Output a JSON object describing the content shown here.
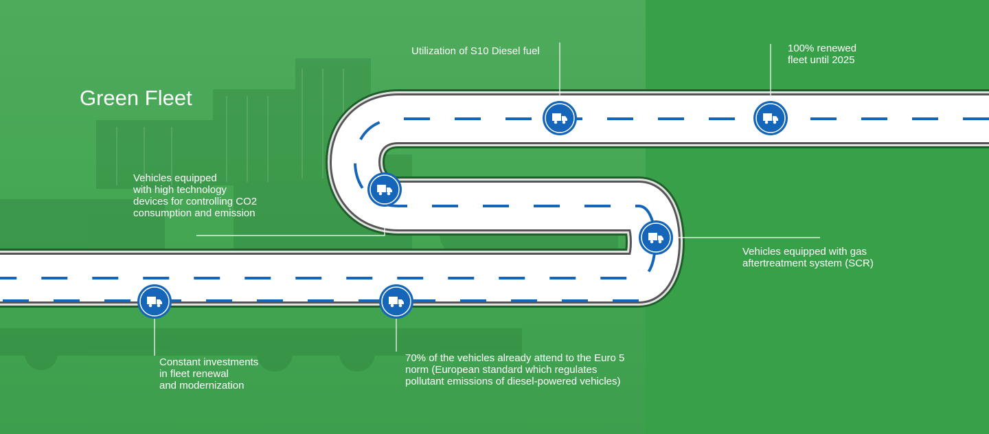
{
  "title": "Green Fleet",
  "colors": {
    "background": "#37a049",
    "road": "#ffffff",
    "road_border": "#555555",
    "dash": "#1565b8",
    "marker": "#1565b8",
    "text": "#ffffff"
  },
  "milestones": [
    {
      "id": "s10",
      "text": "Utilization of S10 Diesel fuel",
      "icon": "truck-icon"
    },
    {
      "id": "renewed",
      "text": "100% renewed\nfleet until 2025",
      "icon": "truck-icon"
    },
    {
      "id": "co2",
      "text": "Vehicles equipped\nwith high technology\ndevices for controlling CO2\nconsumption and emission",
      "icon": "truck-icon"
    },
    {
      "id": "scr",
      "text": "Vehicles equipped with gas\naftertreatment system (SCR)",
      "icon": "truck-icon"
    },
    {
      "id": "invest",
      "text": "Constant investments\nin fleet renewal\nand modernization",
      "icon": "truck-icon"
    },
    {
      "id": "euro5",
      "text": "70% of the vehicles already attend to the Euro 5\nnorm (European standard which regulates\npollutant emissions of diesel-powered vehicles)",
      "icon": "truck-icon"
    }
  ]
}
